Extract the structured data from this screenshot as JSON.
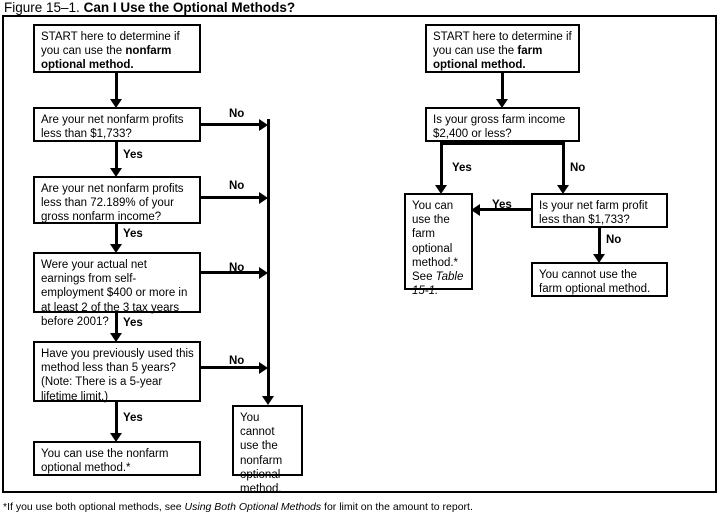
{
  "figure": {
    "number": "Figure 15–1.",
    "title": "Can I Use the Optional Methods?"
  },
  "footnote": {
    "prefix": "*If you use both optional methods, see ",
    "italic": "Using Both Optional Methods",
    "suffix": " for limit on the amount to report."
  },
  "nonfarm_branch": {
    "start": {
      "line1": "START here to determine if",
      "line2_plain": "you can use the ",
      "line2_bold": "nonfarm",
      "line3_bold": "optional method."
    },
    "q1": "Are your net nonfarm profits less than $1,733?",
    "q2": "Are your net nonfarm profits less than 72.189% of your gross nonfarm income?",
    "q3": "Were your actual net earnings from self-employment $400 or more in at least 2 of the 3 tax years before 2001?",
    "q4": "Have you previously used this method less than 5 years? (Note: There is a 5-year lifetime limit.)",
    "yes_result": "You can use the nonfarm optional method.*",
    "no_result": "You cannot use the nonfarm optional method.",
    "labels": {
      "yes1": "Yes",
      "yes2": "Yes",
      "yes3": "Yes",
      "yes4": "Yes",
      "no1": "No",
      "no2": "No",
      "no3": "No",
      "no4": "No"
    }
  },
  "farm_branch": {
    "start": {
      "line1": "START here to determine if",
      "line2_plain": "you can use the ",
      "line2_bold": "farm",
      "line3_bold": "optional method."
    },
    "q1": "Is your gross farm income $2,400 or less?",
    "q2": "Is your net farm profit less than $1,733?",
    "yes_result_plain": "You can use the farm optional method.* See ",
    "yes_result_italic": "Table 15-1.",
    "no_result": "You cannot use the farm optional method.",
    "labels": {
      "yes_left": "Yes",
      "no_right": "No",
      "yes_to_result": "Yes",
      "no_down": "No"
    }
  },
  "colors": {
    "ink": "#000000",
    "paper": "#ffffff"
  }
}
